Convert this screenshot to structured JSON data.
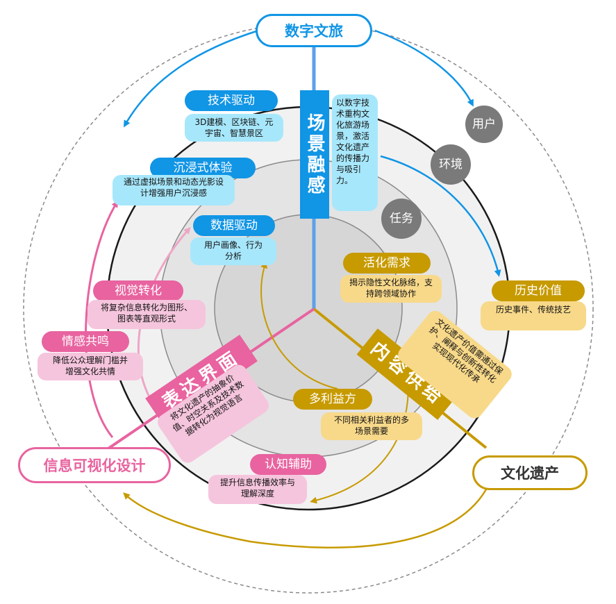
{
  "outer_labels": {
    "top": "数字文旅",
    "right": "文化遗产",
    "left": "信息可视化设计"
  },
  "grey_circles": [
    "用户",
    "环境",
    "任务"
  ],
  "axes": {
    "top": {
      "label": "场景融感",
      "desc": "以数字技术重构文化旅游场景，激活文化遗产的传播力与吸引力。"
    },
    "right": {
      "label": "内容供给",
      "desc": "文化遗产价值需通过保护、阐释与创新性转化实现现代化传承"
    },
    "left": {
      "label": "表达界面",
      "desc": "将文化遗产的抽象价值、时空关系及技术数据转化为视觉语言"
    }
  },
  "blue_items": [
    {
      "title": "技术驱动",
      "desc": "3D建模、区块链、元宇宙、智慧景区"
    },
    {
      "title": "沉浸式体验",
      "desc": "通过虚拟场景和动态光影设计增强用户沉浸感"
    },
    {
      "title": "数据驱动",
      "desc": "用户画像、行为分析"
    }
  ],
  "gold_items": [
    {
      "title": "活化需求",
      "desc": "揭示隐性文化脉络，支持跨领域协作"
    },
    {
      "title": "历史价值",
      "desc": "历史事件、传统技艺"
    },
    {
      "title": "多利益方",
      "desc": "不同相关利益者的多场景需要"
    }
  ],
  "pink_items": [
    {
      "title": "视觉转化",
      "desc": "将复杂信息转化为图形、图表等直观形式"
    },
    {
      "title": "情感共鸣",
      "desc": "降低公众理解门槛并增强文化共情"
    },
    {
      "title": "认知辅助",
      "desc": "提升信息传播效率与理解深度"
    }
  ],
  "colors": {
    "blue": "#1195e5",
    "light_blue": "#a7e7fb",
    "gold": "#c79a00",
    "light_gold": "#f8d98a",
    "pink": "#e8639f",
    "light_pink": "#f5c5dd",
    "grey": "#7a7a7a"
  }
}
